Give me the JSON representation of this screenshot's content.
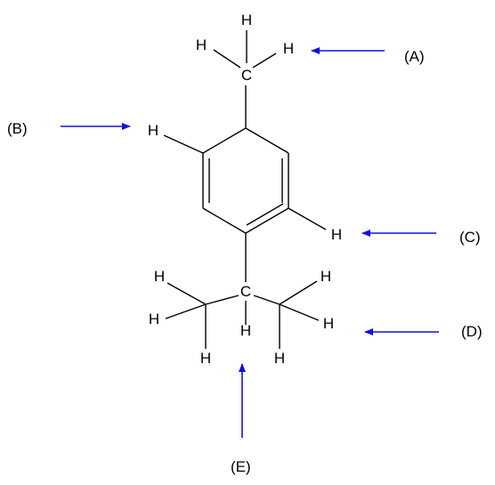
{
  "diagram": {
    "atoms": {
      "c_methyl": "C",
      "h_methyl_top": "H",
      "h_methyl_left": "H",
      "h_methyl_right": "H",
      "h_ring_b": "H",
      "h_ring_c": "H",
      "c_isopropyl": "C",
      "h_isopropyl_center": "H",
      "h_left_methyl_top": "H",
      "h_left_methyl_mid": "H",
      "h_left_methyl_bottom": "H",
      "h_right_methyl_top": "H",
      "h_right_methyl_mid": "H",
      "h_right_methyl_bottom": "H"
    },
    "labels": {
      "a": "(A)",
      "b": "(B)",
      "c": "(C)",
      "d": "(D)",
      "e": "(E)"
    },
    "colors": {
      "arrow": "#1010e0",
      "bond": "#000000",
      "text": "#000000"
    }
  }
}
